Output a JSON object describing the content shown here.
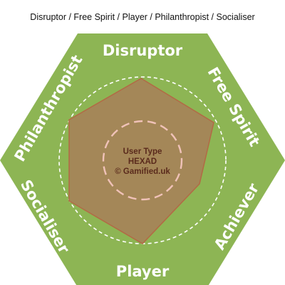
{
  "title": "Disruptor / Free Spirit / Player / Philanthropist / Socialiser",
  "labels": {
    "disruptor": "Disruptor",
    "free_spirit": "Free Spirit",
    "achiever": "Achiever",
    "player": "Player",
    "socialiser": "Socialiser",
    "philanthropist": "Philanthropist"
  },
  "center": {
    "line1": "User Type",
    "line2": "HEXAD",
    "line3": "© Gamified.uk"
  },
  "colors": {
    "hexagon": "#8db554",
    "profile_fill": "#a48758",
    "profile_stroke": "#b26a45",
    "outer_ring": "#ffffff",
    "inner_ring": "#f0c2b8",
    "label": "#ffffff",
    "center_text": "#5a2a1c"
  }
}
